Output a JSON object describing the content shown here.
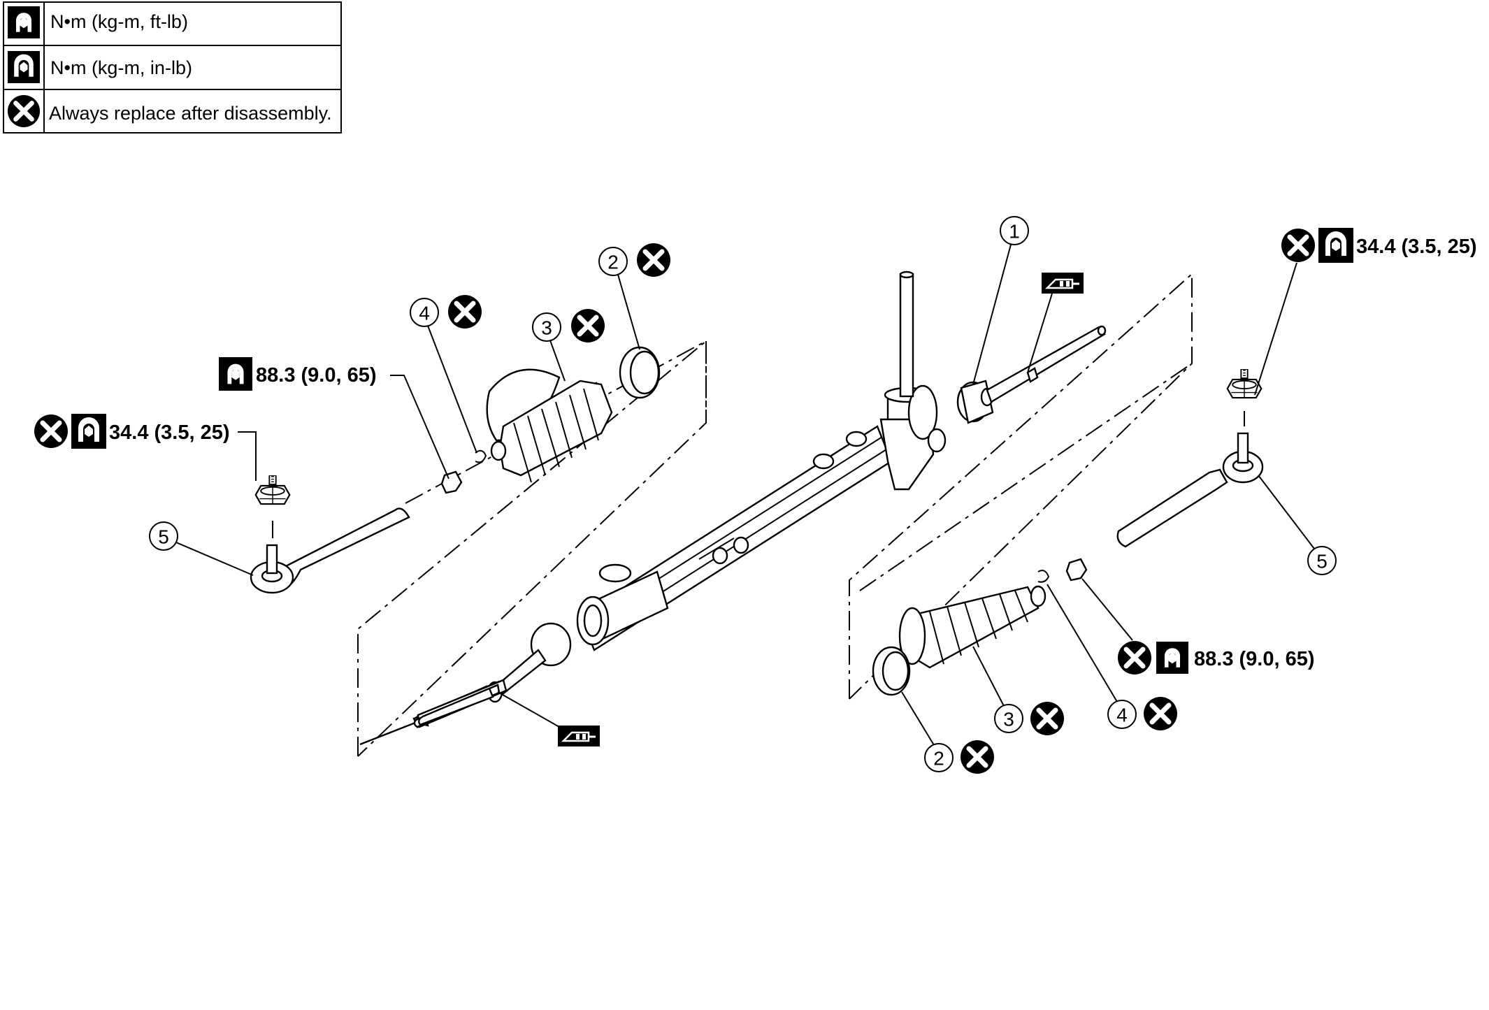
{
  "legend": [
    {
      "icon": "torque-wrench-icon",
      "text": "N•m (kg-m, ft-lb)"
    },
    {
      "icon": "torque-wrench-small-icon",
      "text": "N•m (kg-m, in-lb)"
    },
    {
      "icon": "replace-icon",
      "text": "Always replace after disassembly."
    }
  ],
  "callouts": {
    "part1": "1",
    "part2_left": "2",
    "part2_right": "2",
    "part3_left": "3",
    "part3_right": "3",
    "part4_left": "4",
    "part4_right": "4",
    "part5_left": "5",
    "part5_right": "5"
  },
  "torque": {
    "left_inner_nut": "88.3 (9.0, 65)",
    "left_outer_nut": "34.4 (3.5, 25)",
    "right_outer_nut": "34.4 (3.5, 25)",
    "right_inner_nut": "88.3 (9.0, 65)"
  },
  "colors": {
    "ink": "#000000",
    "paper": "#ffffff"
  }
}
